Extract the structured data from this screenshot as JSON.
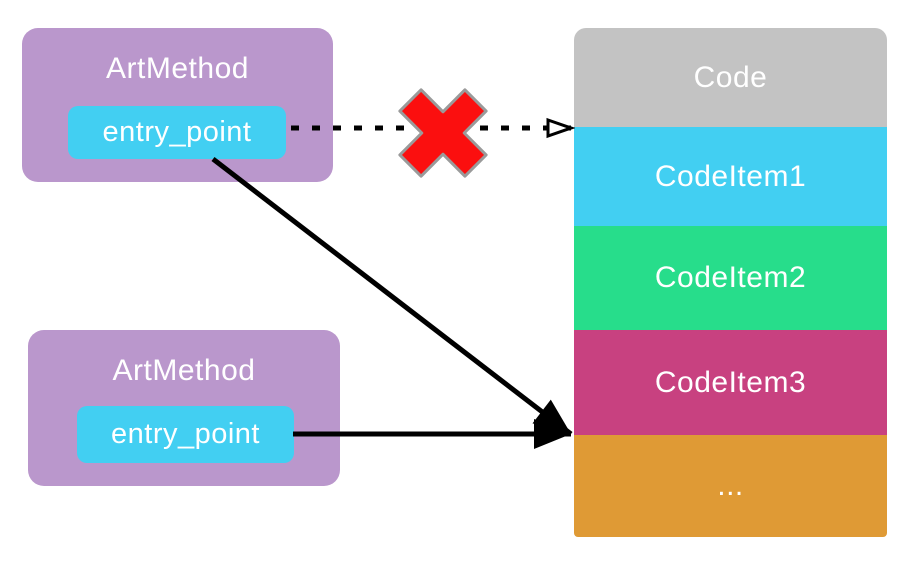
{
  "art_methods": [
    {
      "title": "ArtMethod",
      "field": "entry_point"
    },
    {
      "title": "ArtMethod",
      "field": "entry_point"
    }
  ],
  "code_column": {
    "segments": [
      {
        "label": "Code",
        "color": "#c3c3c3"
      },
      {
        "label": "CodeItem1",
        "color": "#42cff2"
      },
      {
        "label": "CodeItem2",
        "color": "#27dd8b"
      },
      {
        "label": "CodeItem3",
        "color": "#c84180"
      },
      {
        "label": "...",
        "color": "#df9a35"
      }
    ]
  },
  "connections": [
    {
      "from": "art-method-1 entry_point",
      "to": "code-column Code/CodeItem1 boundary",
      "style": "dashed",
      "blocked": true
    },
    {
      "from": "art-method-1 entry_point",
      "to": "code-column CodeItem3/... boundary",
      "style": "solid",
      "blocked": false
    },
    {
      "from": "art-method-2 entry_point",
      "to": "code-column CodeItem3/... boundary",
      "style": "solid",
      "blocked": false
    }
  ],
  "colors": {
    "art_method_bg": "#ba97cc",
    "entry_point_bg": "#42cff2",
    "label_text": "#ffffff",
    "arrow": "#000000",
    "blocked_x_fill": "#fb0f0f",
    "blocked_x_stroke": "#9a9a9a"
  }
}
